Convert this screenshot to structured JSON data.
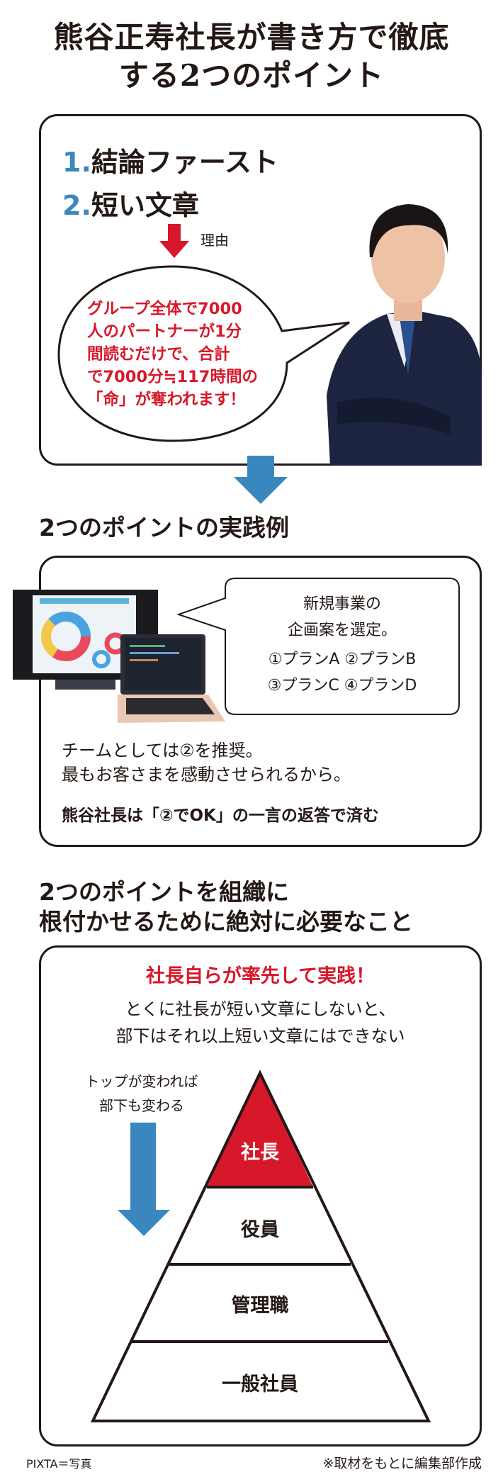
{
  "title": {
    "line1": "熊谷正寿社長が書き方で徹底",
    "line2": "する2つのポイント"
  },
  "points": [
    {
      "num": "1.",
      "label": "結論ファースト"
    },
    {
      "num": "2.",
      "label": "短い文章"
    }
  ],
  "reason_label": "理由",
  "bubble_lines": [
    "グループ全体で7000",
    "人のパートナーが1分",
    "間読むだけで、合計",
    "で7000分≒117時間の",
    "「命」が奪われます！"
  ],
  "section2": {
    "heading": "2つのポイントの実践例",
    "speech": [
      "新規事業の",
      "企画案を選定。",
      "①プランA ②プランB",
      "③プランC ④プランD"
    ],
    "body": [
      "チームとしては②を推奨。",
      "最もお客さまを感動させられるから。"
    ],
    "bold": "熊谷社長は「②でOK」の一言の返答で済む"
  },
  "section3": {
    "heading": [
      "2つのポイントを組織に",
      "根付かせるために絶対に必要なこと"
    ],
    "red_heading": "社長自らが率先して実践！",
    "body": [
      "とくに社長が短い文章にしないと、",
      "部下はそれ以上短い文章にはできない"
    ],
    "arrow_note": [
      "トップが変われば",
      "部下も変わる"
    ],
    "pyramid": [
      "社長",
      "役員",
      "管理職",
      "一般社員"
    ]
  },
  "footer": {
    "left": "PIXTA＝写真",
    "right": "※取材をもとに編集部作成"
  },
  "colors": {
    "red": "#d7182a",
    "blue": "#3a87c0",
    "ink": "#231815"
  }
}
